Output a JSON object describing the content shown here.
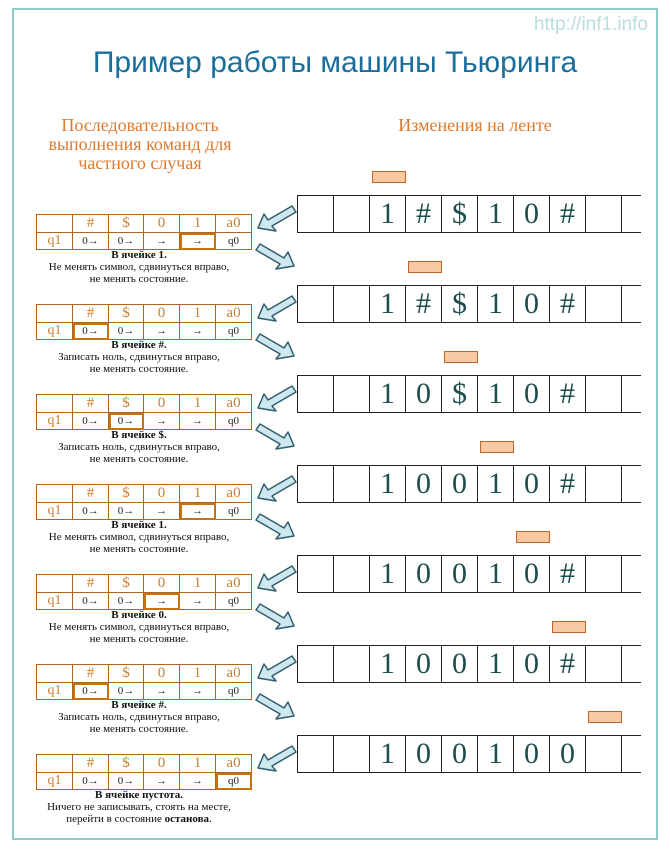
{
  "site_url": "http://inf1.info",
  "title": "Пример работы машины Тьюринга",
  "left_header": [
    "Последовательность",
    "выполнения команд для",
    "частного случая"
  ],
  "right_header": "Изменения на ленте",
  "program_table": {
    "symbols": [
      "#",
      "$",
      "0",
      "1",
      "a0"
    ],
    "state": "q1",
    "cells": [
      "0→",
      "0→",
      "→",
      "→",
      "q0"
    ]
  },
  "steps": [
    {
      "selected": 3,
      "desc_title": "В ячейке 1.",
      "desc_lines": [
        "Не менять символ, сдвинуться вправо,",
        "не менять состояние."
      ]
    },
    {
      "selected": 0,
      "desc_title": "В ячейке #.",
      "desc_lines": [
        "Записать ноль, сдвинуться вправо,",
        "не менять состояние."
      ]
    },
    {
      "selected": 1,
      "desc_title": "В ячейке $.",
      "desc_lines": [
        "Записать ноль, сдвинуться вправо,",
        "не менять состояние."
      ]
    },
    {
      "selected": 3,
      "desc_title": "В ячейке 1.",
      "desc_lines": [
        "Не менять символ, сдвинуться вправо,",
        "не менять состояние."
      ]
    },
    {
      "selected": 2,
      "desc_title": "В ячейке 0.",
      "desc_lines": [
        "Не менять символ, сдвинуться вправо,",
        "не менять состояние."
      ]
    },
    {
      "selected": 0,
      "desc_title": "В ячейке #.",
      "desc_lines": [
        "Записать ноль, сдвинуться вправо,",
        "не менять состояние."
      ]
    },
    {
      "selected": 4,
      "desc_title": "В ячейке пустота.",
      "desc_lines": [
        "Ничего не записывать, стоять на месте,",
        "перейти в состояние "
      ],
      "desc_bold_tail": "останова",
      "desc_tail_end": "."
    }
  ],
  "tapes": [
    {
      "head": 2,
      "cells": [
        "",
        "",
        "1",
        "#",
        "$",
        "1",
        "0",
        "#",
        "",
        ""
      ]
    },
    {
      "head": 3,
      "cells": [
        "",
        "",
        "1",
        "#",
        "$",
        "1",
        "0",
        "#",
        "",
        ""
      ]
    },
    {
      "head": 4,
      "cells": [
        "",
        "",
        "1",
        "0",
        "$",
        "1",
        "0",
        "#",
        "",
        ""
      ]
    },
    {
      "head": 5,
      "cells": [
        "",
        "",
        "1",
        "0",
        "0",
        "1",
        "0",
        "#",
        "",
        ""
      ]
    },
    {
      "head": 6,
      "cells": [
        "",
        "",
        "1",
        "0",
        "0",
        "1",
        "0",
        "#",
        "",
        ""
      ]
    },
    {
      "head": 7,
      "cells": [
        "",
        "",
        "1",
        "0",
        "0",
        "1",
        "0",
        "#",
        "",
        ""
      ]
    },
    {
      "head": 8,
      "cells": [
        "",
        "",
        "1",
        "0",
        "0",
        "1",
        "0",
        "0",
        "",
        ""
      ]
    }
  ],
  "colors": {
    "title": "#1a6e9c",
    "header": "#dd7a2e",
    "frame": "#8ccac6",
    "head_fill": "#f9c9a3",
    "arrow_fill": "#cfe8ef",
    "arrow_stroke": "#2f5d6e"
  },
  "icons": {
    "arrow": "diagonal-arrow-icon"
  }
}
